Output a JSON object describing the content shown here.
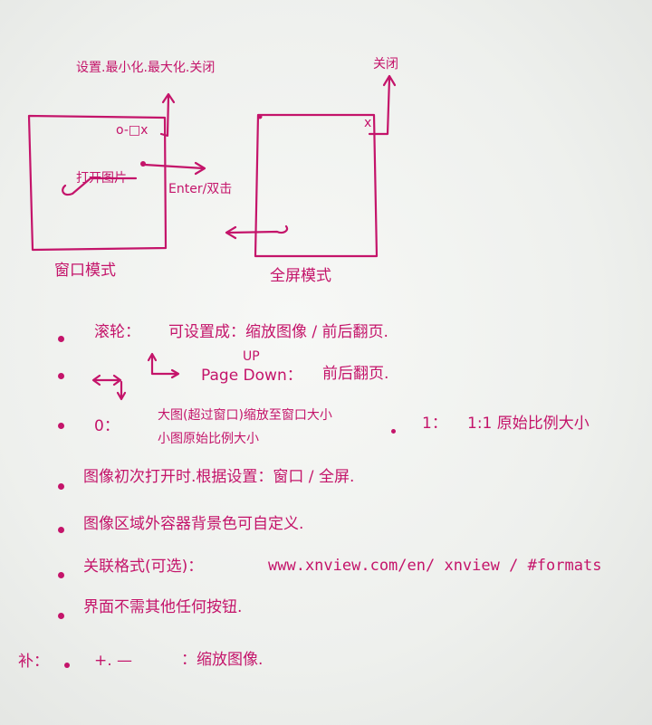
{
  "diagram": {
    "window_mode": {
      "top_label": "设置.最小化.最大化.关闭",
      "controls": "o-□x",
      "open_image": "打开图片",
      "enter_label": "Enter/双击",
      "caption": "窗口模式"
    },
    "fullscreen_mode": {
      "top_label": "关闭",
      "close_glyph": "x",
      "caption": "全屏模式"
    }
  },
  "notes": [
    {
      "key": "滚轮：",
      "text": "可设置成：缩放图像 / 前后翻页."
    },
    {
      "up_label": "UP",
      "pagedown_label": "Page Down：",
      "text": "前后翻页."
    },
    {
      "key": "0：",
      "line1": "大图(超过窗口)缩放至窗口大小",
      "line2": "小图原始比例大小",
      "alt_key": "1：",
      "alt_text": "1:1 原始比例大小"
    },
    {
      "text": "图像初次打开时.根据设置：窗口 / 全屏."
    },
    {
      "text": "图像区域外容器背景色可自定义."
    },
    {
      "label": "关联格式(可选)：",
      "url": "www.xnview.com/en/ xnview / #formats"
    },
    {
      "text": "界面不需其他任何按钮."
    }
  ],
  "supplement": {
    "label": "补：",
    "keys": "+. —",
    "text": "：缩放图像."
  }
}
